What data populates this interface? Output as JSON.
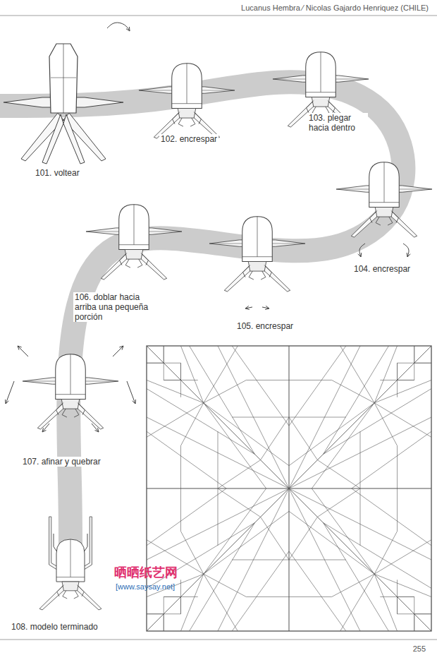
{
  "diagram": {
    "labels": [
      "Lucanus Hembra ⁄ Nicolas Gajardo Henriquez (CHILE)",
      "101. voltear",
      "102. encrespar",
      "103. plegar hacia dentro",
      "104. encrespar",
      "105. encrespar",
      "106. doblar hacia arriba una pequeña porción",
      "107. afinar y quebrar",
      "108. modelo terminado",
      "晒晒纸艺网",
      "[www.saysay.net]",
      "255"
    ]
  }
}
